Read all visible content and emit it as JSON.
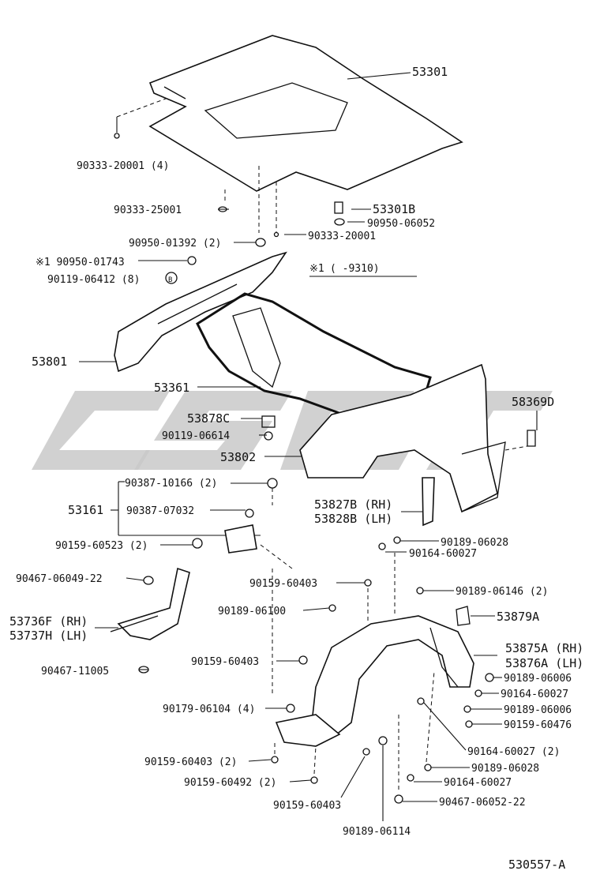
{
  "diagram_id": "530557-A",
  "note": {
    "symbol": "※1",
    "range": "( -9310)"
  },
  "labels": {
    "p53301": "53301",
    "p90333_20001_4": "90333-20001 (4)",
    "p90333_25001": "90333-25001",
    "p53301B": "53301B",
    "p90950_06052": "90950-06052",
    "p90950_01392": "90950-01392 (2)",
    "p90333_20001": "90333-20001",
    "p90950_01743": "※1 90950-01743",
    "p90119_06412": "90119-06412 (8)",
    "badge_B": "B",
    "p53801": "53801",
    "p53361": "53361",
    "p58369D": "58369D",
    "p53878C": "53878C",
    "p90119_06614": "90119-06614",
    "p53802": "53802",
    "p90387_10166": "90387-10166 (2)",
    "p53161": "53161",
    "p90387_07032": "90387-07032",
    "p53827B": "53827B (RH)",
    "p53828B": "53828B (LH)",
    "p90159_60523": "90159-60523 (2)",
    "p90189_06028_a": "90189-06028",
    "p90164_60027_a": "90164-60027",
    "p90467_06049": "90467-06049-22",
    "p90159_60403_a": "90159-60403",
    "p90189_06146": "90189-06146 (2)",
    "p53736F": "53736F (RH)",
    "p53737H": "53737H (LH)",
    "p90189_06100": "90189-06100",
    "p53879A": "53879A",
    "p53875A": "53875A (RH)",
    "p53876A": "53876A (LH)",
    "p90467_11005": "90467-11005",
    "p90159_60403_b": "90159-60403",
    "p90189_06006_a": "90189-06006",
    "p90164_60027_b": "90164-60027",
    "p90179_06104": "90179-06104 (4)",
    "p90189_06006_b": "90189-06006",
    "p90159_60476": "90159-60476",
    "p90164_60027_c": "90164-60027 (2)",
    "p90159_60403_c": "90159-60403 (2)",
    "p90189_06028_b": "90189-06028",
    "p90159_60492": "90159-60492 (2)",
    "p90164_60027_d": "90164-60027",
    "p90159_60403_d": "90159-60403",
    "p90467_06052": "90467-06052-22",
    "p90189_06114": "90189-06114"
  },
  "colors": {
    "line": "#111111",
    "watermark": "#c9c9c9",
    "background": "#ffffff"
  }
}
